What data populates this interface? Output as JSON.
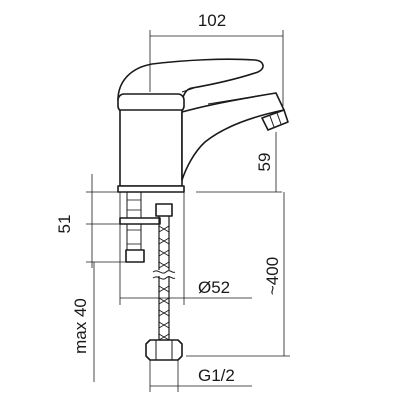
{
  "dimensions": {
    "spout_reach": "102",
    "spout_height": "59",
    "base_thickness": "51",
    "hose_length": "~400",
    "base_diameter": "Ø52",
    "max_thread_length": "max 40",
    "hose_thread": "G1/2"
  }
}
